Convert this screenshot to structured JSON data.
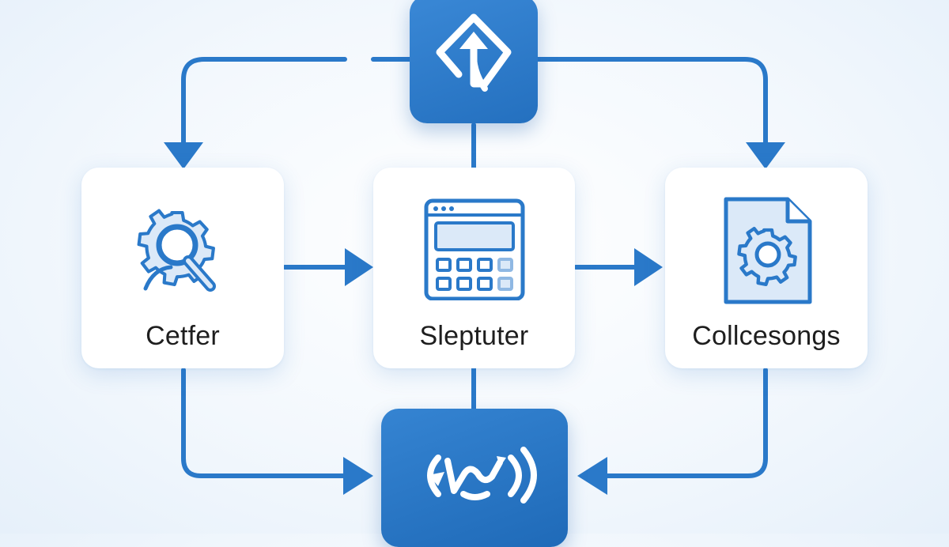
{
  "colors": {
    "accent": "#2a79c9",
    "tile": "#2e7ccc",
    "tile_dark": "#1f6ab8",
    "icon_fill": "#dbe9f8",
    "text": "#1e1e1e"
  },
  "nodes": {
    "left": {
      "label": "Cetfer",
      "icon": "gear-search-icon"
    },
    "center": {
      "label": "Sleptuter",
      "icon": "app-window-grid-icon"
    },
    "right": {
      "label": "Collcesongs",
      "icon": "gear-document-icon"
    },
    "top": {
      "icon": "direction-arrow-icon"
    },
    "bottom": {
      "icon": "wave-sync-icon"
    }
  }
}
